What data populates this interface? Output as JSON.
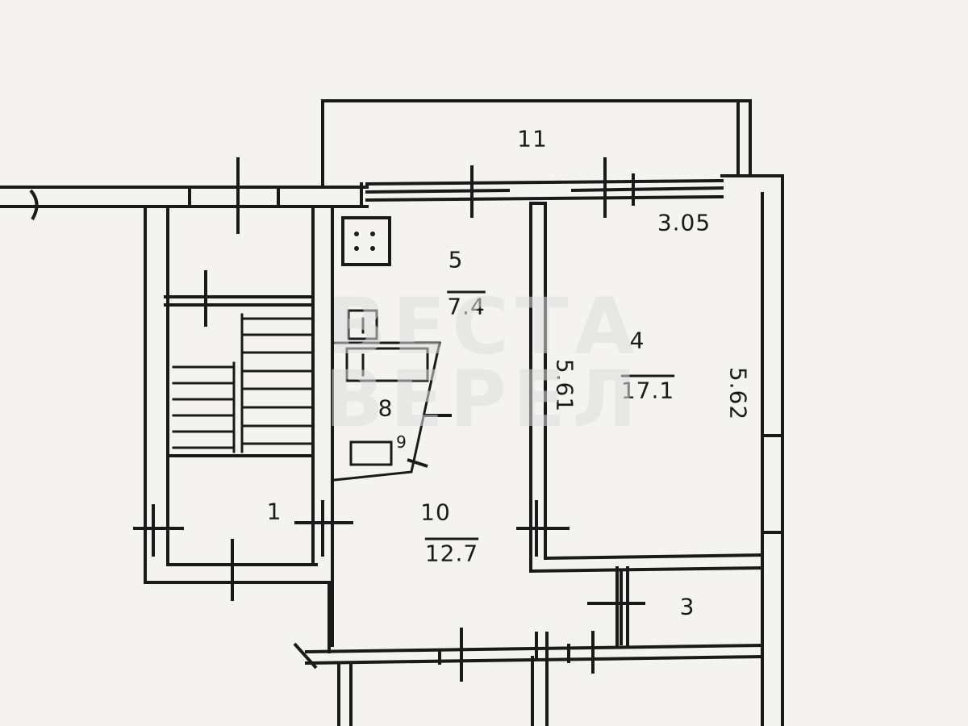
{
  "plan": {
    "colors": {
      "paper": "#f4f3ef",
      "ink": "#1a1a1a"
    },
    "rooms": [
      {
        "id": "r11",
        "number": "11"
      },
      {
        "id": "r5",
        "number": "5",
        "area": "7.4"
      },
      {
        "id": "r4",
        "number": "4",
        "area": "17.1"
      },
      {
        "id": "r8",
        "number": "8"
      },
      {
        "id": "r9",
        "number": "9"
      },
      {
        "id": "r10",
        "number": "10",
        "area": "12.7"
      },
      {
        "id": "r1",
        "number": "1"
      },
      {
        "id": "r3",
        "number": "3"
      }
    ],
    "dimensions": {
      "top": "3.05",
      "left": "5.61",
      "right": "5.62"
    },
    "watermark": {
      "line1": "ВЕСТА",
      "line2": "ВЕРЕЛ"
    }
  }
}
